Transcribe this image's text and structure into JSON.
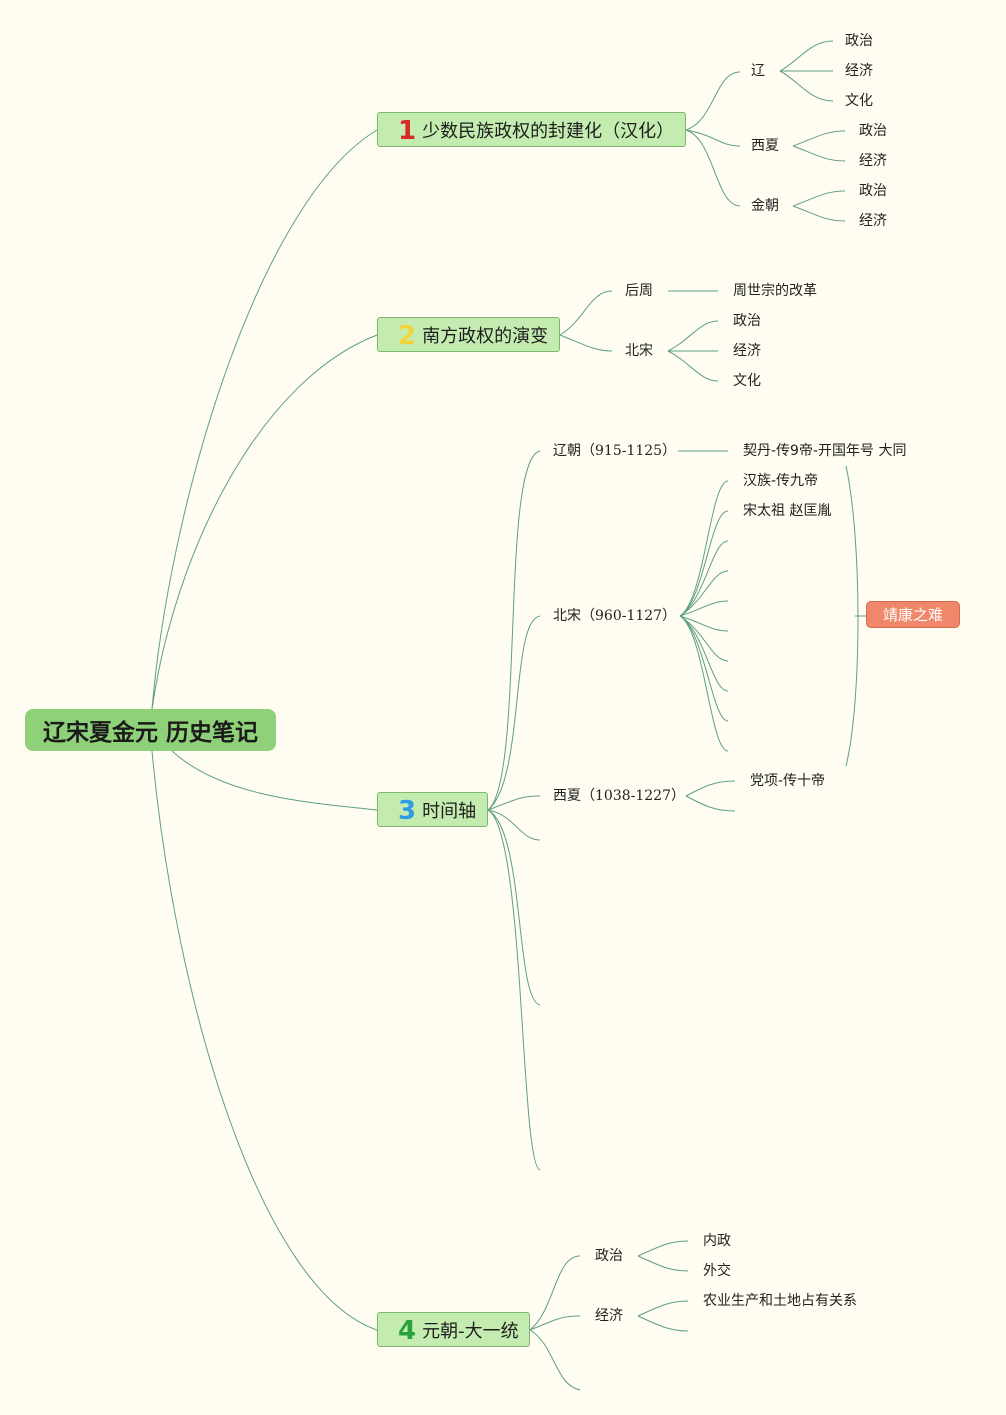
{
  "root": {
    "title": "辽宋夏金元 历史笔记"
  },
  "colors": {
    "line": "#5f9e82",
    "root_bg": "#8fd178",
    "topic_bg": "#c4ecb0",
    "badge_bg": "#f0876a",
    "num1": "#d92a2a",
    "num2": "#f2d33a",
    "num3": "#2f9be3",
    "num4": "#2aa13b"
  },
  "topics": [
    {
      "num": "1",
      "title": "少数民族政权的封建化（汉化）"
    },
    {
      "num": "2",
      "title": "南方政权的演变"
    },
    {
      "num": "3",
      "title": "时间轴"
    },
    {
      "num": "4",
      "title": "元朝-大一统"
    }
  ],
  "t1": {
    "liao": {
      "label": "辽",
      "items": [
        "政治",
        "经济",
        "文化"
      ]
    },
    "xixia": {
      "label": "西夏",
      "items": [
        "政治",
        "经济"
      ]
    },
    "jin": {
      "label": "金朝",
      "items": [
        "政治",
        "经济"
      ]
    }
  },
  "t2": {
    "houzhou": {
      "label": "后周",
      "items": [
        "周世宗的改革"
      ]
    },
    "beisong": {
      "label": "北宋",
      "items": [
        "政治",
        "经济",
        "文化"
      ]
    }
  },
  "t3": {
    "liao": {
      "label": "辽朝",
      "years": "（915-1125）",
      "items": [
        "契丹-传9帝-开国年号 大同"
      ]
    },
    "song": {
      "label": "北宋",
      "years": "（960-1127）",
      "items": [
        "汉族-传九帝",
        "宋太祖 赵匡胤"
      ]
    },
    "xia": {
      "label": "西夏",
      "years": "（1038-1227）",
      "items": [
        "党项-传十帝"
      ]
    },
    "badge": "靖康之难"
  },
  "t4": {
    "politics": {
      "label": "政治",
      "items": [
        "内政",
        "外交"
      ]
    },
    "economy": {
      "label": "经济",
      "items": [
        "农业生产和土地占有关系"
      ]
    }
  }
}
